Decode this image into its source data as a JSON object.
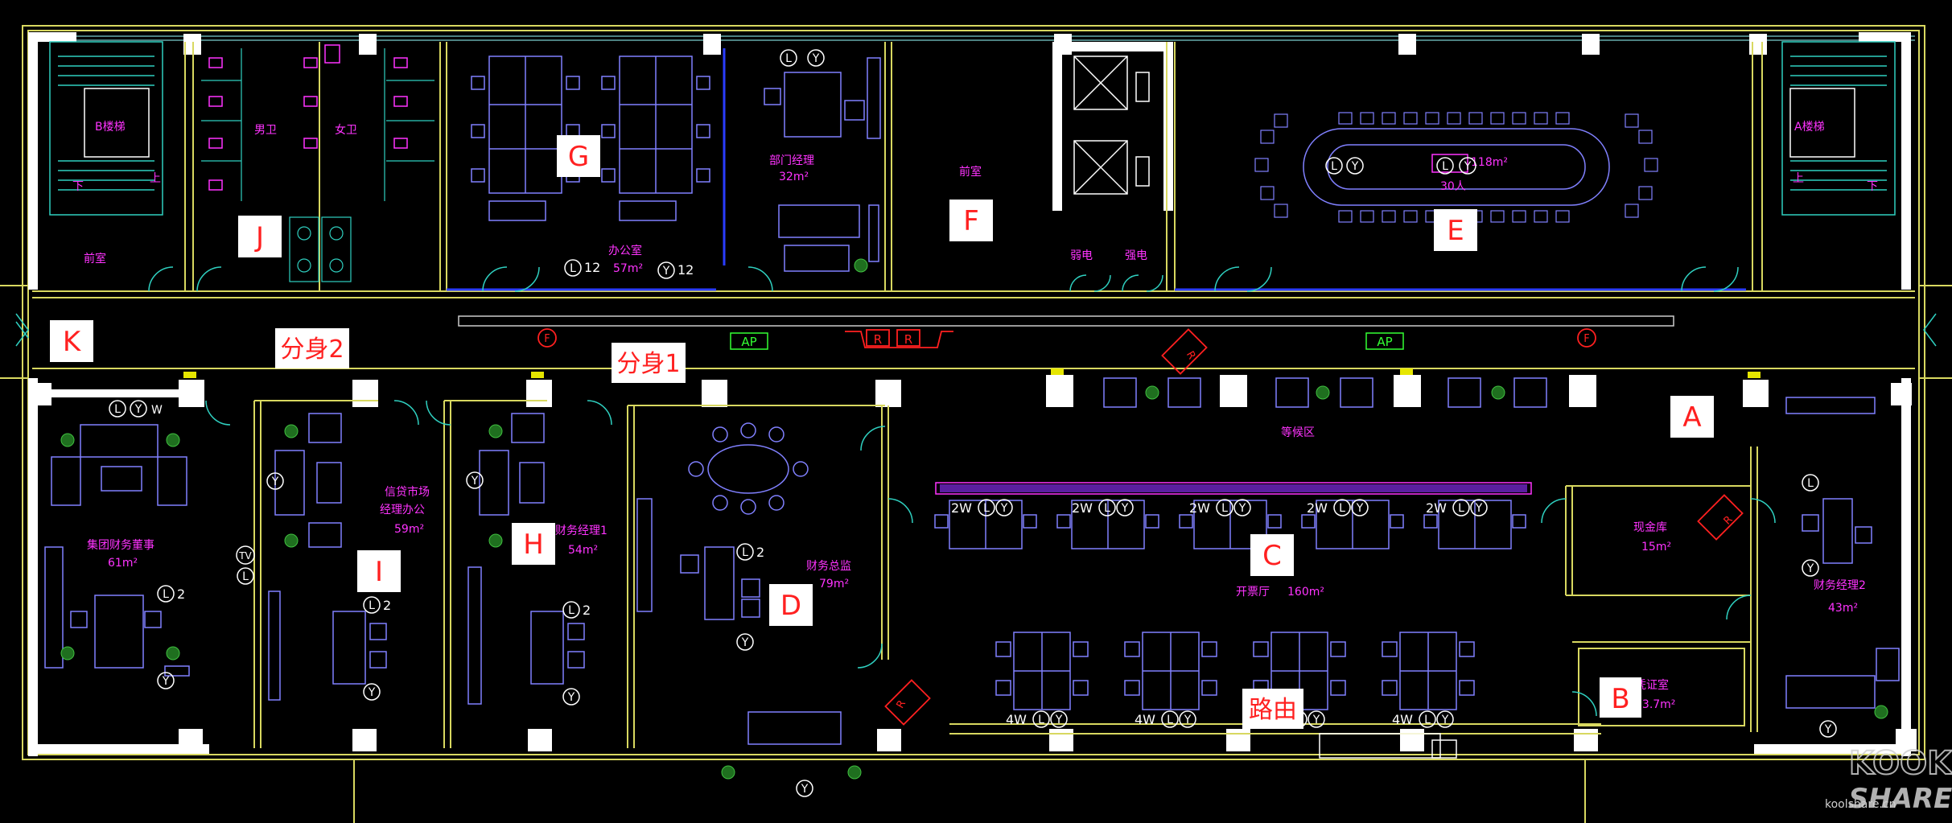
{
  "rooms": {
    "stair_b": "B楼梯",
    "stair_a": "A楼梯",
    "down": "下",
    "up": "上",
    "mens_wc": "男卫",
    "womens_wc": "女卫",
    "anteroom_left": "前室",
    "anteroom_center": "前室",
    "office_name": "办公室",
    "office_area": "57m²",
    "office_l": "12",
    "office_y": "12",
    "dept_manager": "部门经理",
    "dept_manager_area": "32m²",
    "weak_power": "弱电",
    "strong_power": "强电",
    "meeting_area": "118m²",
    "meeting_people": "30人",
    "chairman": "集团财务董事",
    "chairman_area": "61m²",
    "credit_manager_1": "信贷市场",
    "credit_manager_2": "经理办公",
    "credit_manager_area": "59m²",
    "finance_manager1": "财务经理1",
    "finance_manager1_area": "54m²",
    "finance_director": "财务总监",
    "finance_director_area": "79m²",
    "waiting": "等候区",
    "open_office": "开票厅",
    "open_office_area": "160m²",
    "cash_vault": "现金库",
    "cash_vault_area": "15m²",
    "voucher_room": "凭证室",
    "voucher_room_area": "13.7m²",
    "finance_manager2": "财务经理2",
    "finance_manager2_area": "43m²"
  },
  "labels": {
    "A": "A",
    "B": "B",
    "C": "C",
    "D": "D",
    "E": "E",
    "F": "F",
    "G": "G",
    "H": "H",
    "I": "I",
    "J": "J",
    "K": "K",
    "clone1": "分身1",
    "clone2": "分身2",
    "router": "路由"
  },
  "symbols": {
    "L": "L",
    "Y": "Y",
    "W": "W",
    "TV": "TV",
    "R": "R",
    "F": "F",
    "AP": "AP",
    "two": "2",
    "desk2w": "2W",
    "desk4w": "4W"
  },
  "watermark": {
    "site": "koolshare.cn"
  },
  "colors": {
    "wall": "#ffffff",
    "line_yellow": "#d8d860",
    "furniture": "#8080ff",
    "room_text": "#ff33ff",
    "marker_red": "#ff2020",
    "ap_green": "#33ff33",
    "glass_blue": "#2a3cff"
  }
}
